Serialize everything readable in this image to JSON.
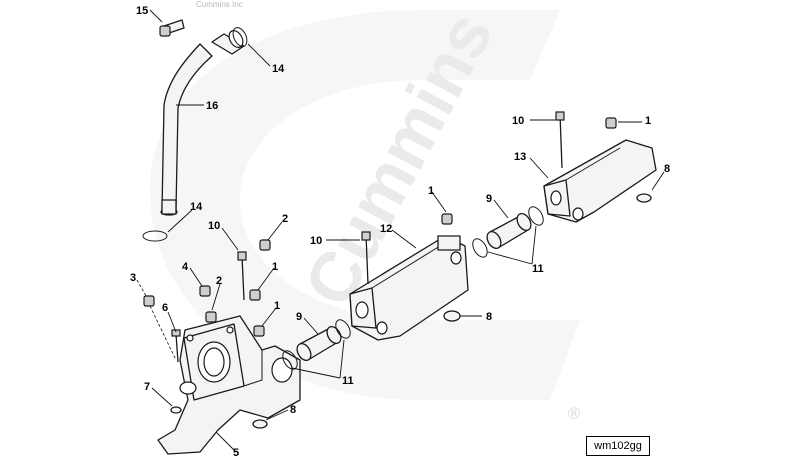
{
  "watermark": {
    "brand": "Cummins",
    "small_text": "Cummins Inc",
    "registered": "®"
  },
  "drawing_id": "wm102gg",
  "callouts": [
    "15",
    "14",
    "16",
    "14",
    "10",
    "2",
    "4",
    "2",
    "1",
    "3",
    "6",
    "1",
    "7",
    "5",
    "8",
    "10",
    "12",
    "1",
    "9",
    "11",
    "8",
    "9",
    "11",
    "10",
    "1",
    "13",
    "8"
  ]
}
